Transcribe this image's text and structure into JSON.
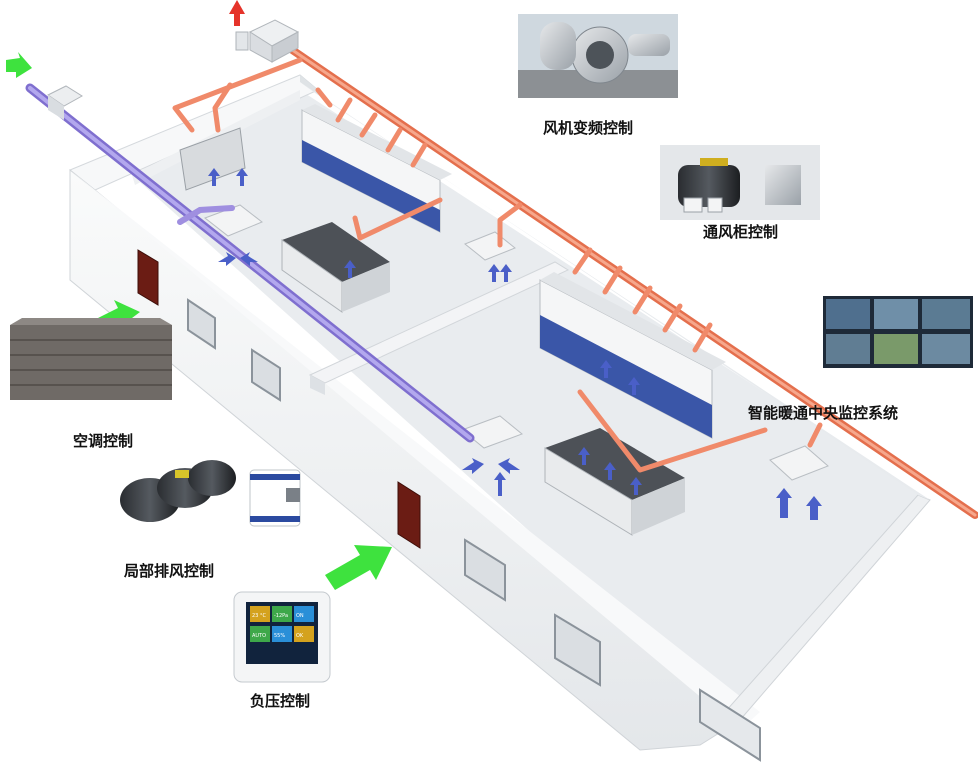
{
  "labels": {
    "fan_vfd": "风机变频控制",
    "fume_hood": "通风柜控制",
    "central_monitor": "智能暖通中央监控系统",
    "ac": "空调控制",
    "local_exhaust": "局部排风控制",
    "negative_pressure": "负压控制"
  },
  "panel_readouts": [
    "23 °C",
    "-12Pa",
    "ON",
    "AUTO",
    "55%",
    "OK"
  ],
  "colors": {
    "exhaust_duct": "#f08a6a",
    "supply_duct": "#9f8fe0",
    "fresh_air_arrow": "#3ee23e",
    "exhaust_arrow": "#e5332a",
    "airflow_arrow": "#4a5fc8",
    "hood_sash": "#3a56a8",
    "floor": "#e9ecef",
    "wall": "#f4f5f6"
  },
  "icons": {
    "fresh_air_inlet": "green-arrow-icon",
    "exhaust_outlet": "red-arrow-icon",
    "airflow": "blue-arrow-icon",
    "door": "door-icon"
  }
}
